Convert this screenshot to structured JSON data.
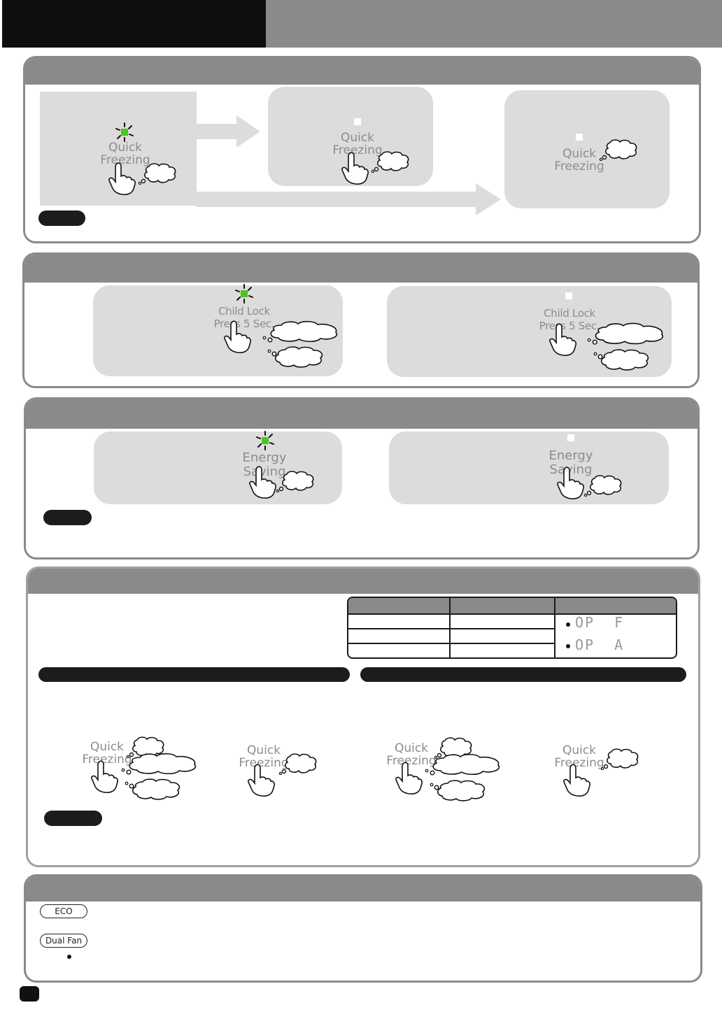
{
  "labels": {
    "quick_freezing_line1": "Quick",
    "quick_freezing_line2": "Freezing",
    "child_lock_line1": "Child Lock",
    "child_lock_line2": "Press 5 Sec.",
    "energy_saving_line1": "Energy",
    "energy_saving_line2": "Saving"
  },
  "table": {
    "display_codes": [
      "OP  F",
      "OP  A"
    ]
  },
  "tags": {
    "eco": "ECO",
    "dual_fan": "Dual Fan"
  },
  "colors": {
    "header_dark": "#0f0f0f",
    "header_gray": "#8a8a8a",
    "panel_bg": "#dcdcdc",
    "led_green": "#4bc41e",
    "label_gray": "#8c8c8c"
  },
  "icons": [
    "led-on-icon",
    "led-off-icon",
    "hand-press-icon",
    "thought-bubble-icon",
    "arrow-right-icon"
  ]
}
